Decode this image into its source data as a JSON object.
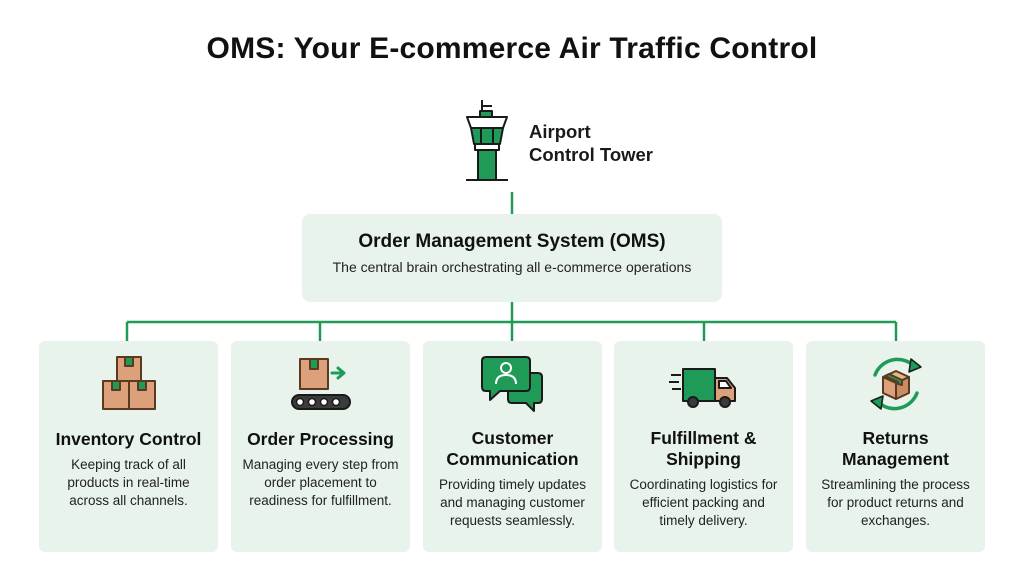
{
  "title": "OMS: Your E-commerce Air Traffic Control",
  "tower": {
    "line1": "Airport",
    "line2": "Control Tower",
    "icon": "control-tower-icon"
  },
  "oms": {
    "title": "Order Management System (OMS)",
    "description": "The central brain orchestrating all e-commerce operations"
  },
  "colors": {
    "green": "#1f9b57",
    "panel": "#e8f3ec",
    "box": "#dca17a",
    "box_dark": "#5b3a22"
  },
  "cards": [
    {
      "title": "Inventory Control",
      "description": "Keeping track of all products in real-time across all channels.",
      "icon": "stacked-boxes-icon"
    },
    {
      "title": "Order Processing",
      "description": "Managing every step from order placement to readiness for fulfillment.",
      "icon": "conveyor-box-icon"
    },
    {
      "title": "Customer Communication",
      "description": "Providing timely updates and managing customer requests seamlessly.",
      "icon": "chat-bubbles-icon"
    },
    {
      "title": "Fulfillment & Shipping",
      "description": "Coordinating logistics for efficient packing and timely delivery.",
      "icon": "delivery-truck-icon"
    },
    {
      "title": "Returns Management",
      "description": "Streamlining the process for product returns and exchanges.",
      "icon": "return-box-icon"
    }
  ]
}
